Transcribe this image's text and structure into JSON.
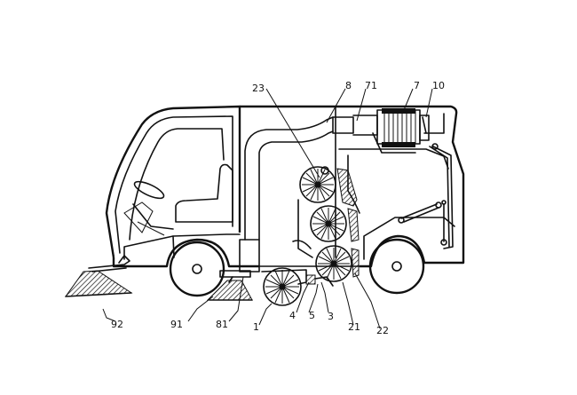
{
  "labels": {
    "l23": "23",
    "l8": "8",
    "l71": "71",
    "l7": "7",
    "l10": "10",
    "l92": "92",
    "l91": "91",
    "l81": "81",
    "l1": "1",
    "l4": "4",
    "l5": "5",
    "l3": "3",
    "l21": "21",
    "l22": "22"
  }
}
